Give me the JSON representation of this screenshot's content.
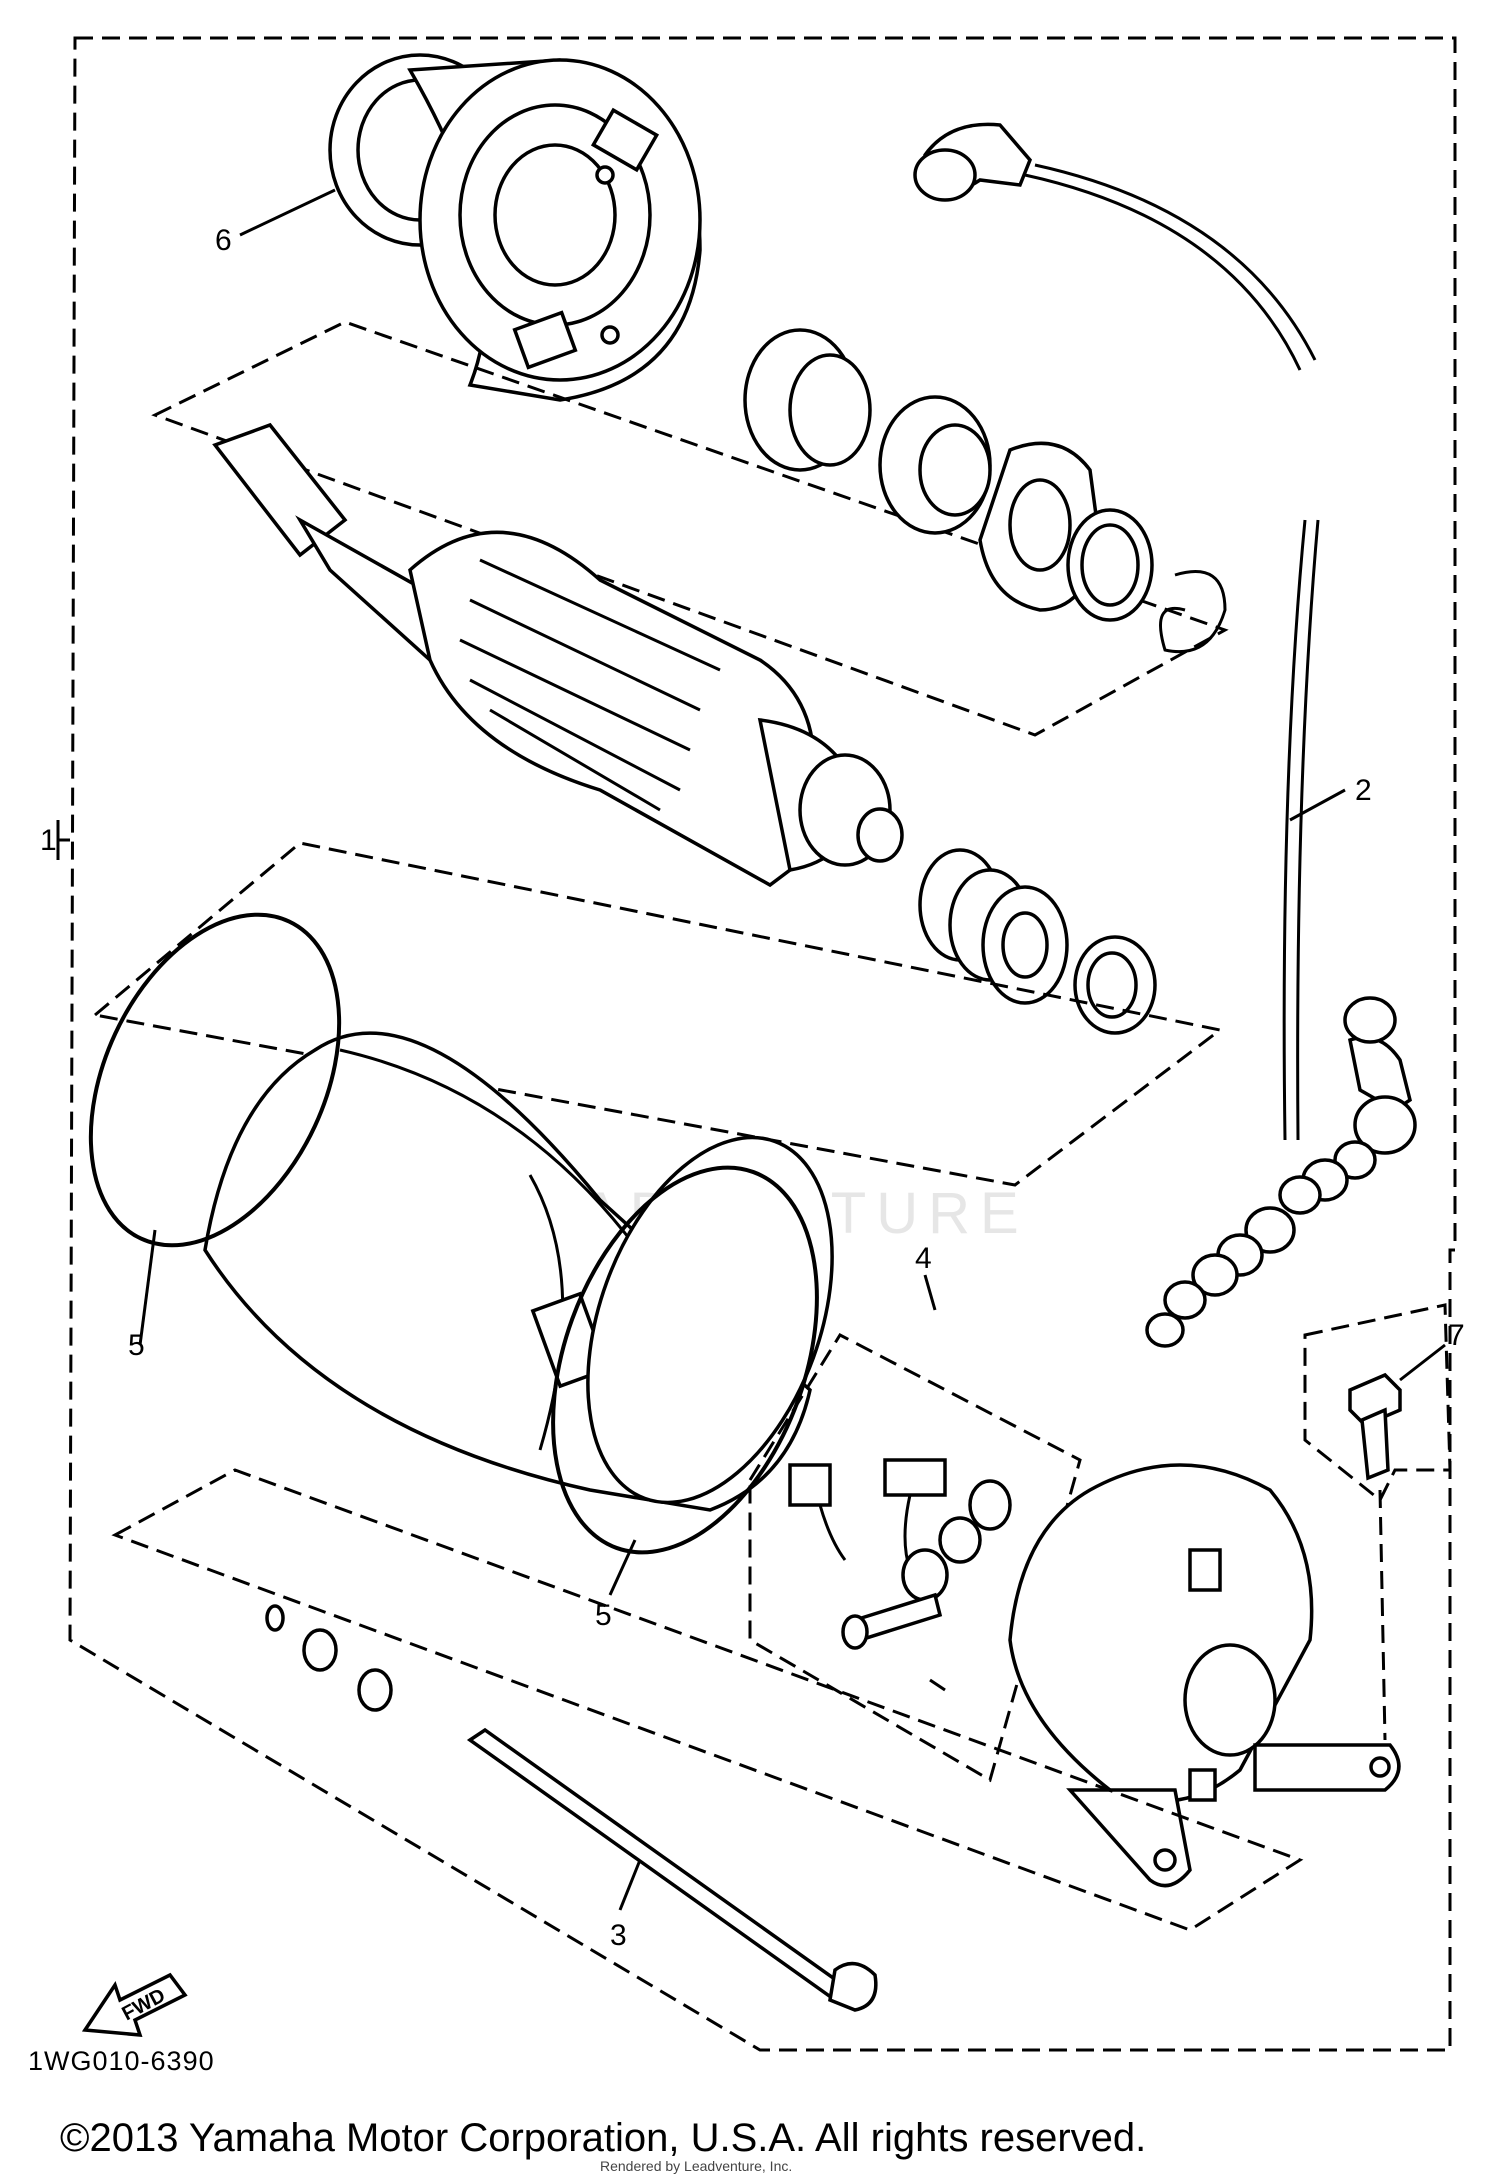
{
  "diagram": {
    "callouts": [
      "1",
      "2",
      "3",
      "4",
      "5",
      "5",
      "6",
      "7"
    ],
    "fwd_label": "FWD",
    "diagram_code": "1WG010-6390",
    "watermark": "LEADVENTURE",
    "copyright": "©2013 Yamaha Motor Corporation, U.S.A. All rights reserved.",
    "fine_print": "Rendered by Leadventure, Inc."
  }
}
